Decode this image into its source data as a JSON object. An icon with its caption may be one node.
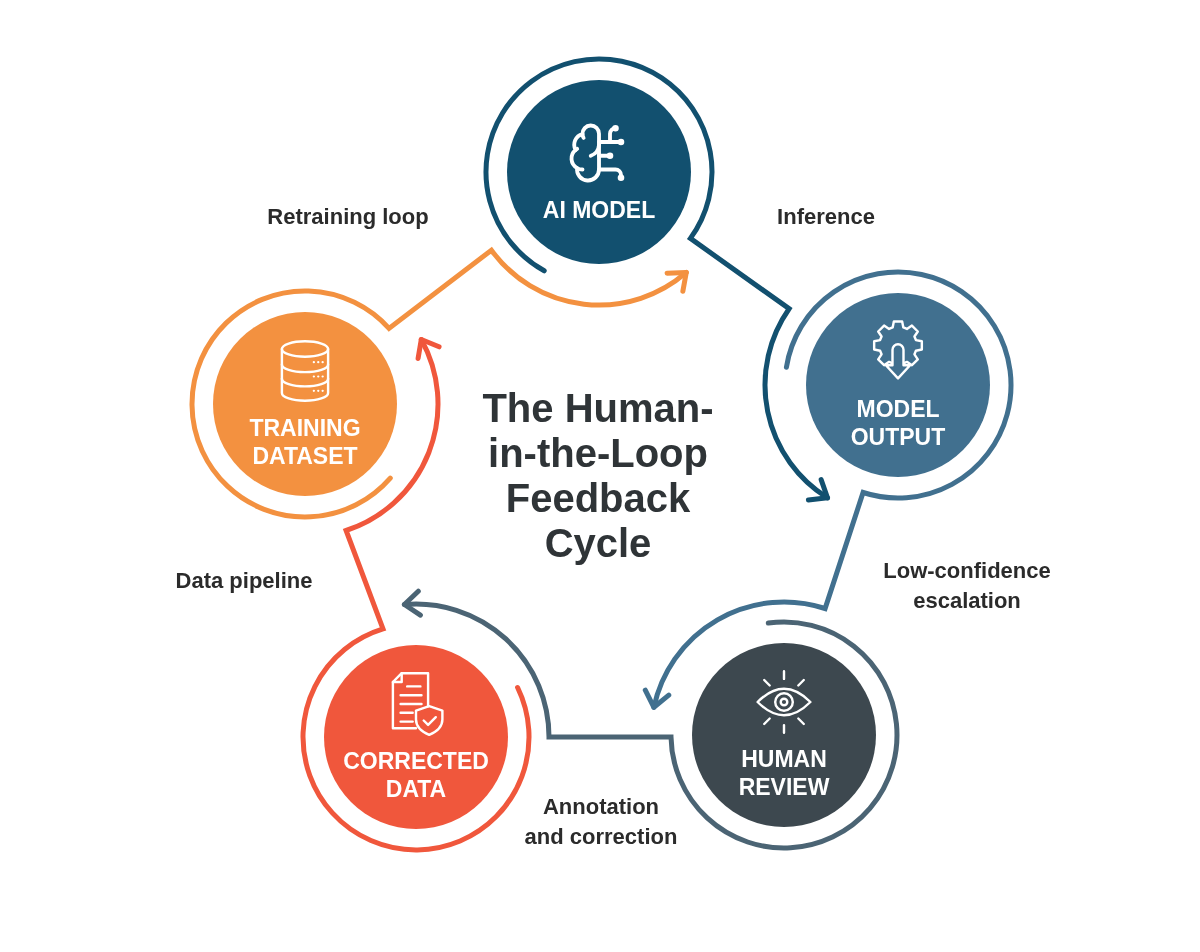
{
  "diagram": {
    "title": "The Human-in-the-Loop Feedback Cycle",
    "nodes": [
      {
        "text": [
          "AI MODEL"
        ]
      },
      {
        "text": [
          "MODEL OUTPUT"
        ]
      },
      {
        "text": [
          "HUMAN REVIEW"
        ]
      },
      {
        "text": [
          "CORRECTED DATA"
        ]
      },
      {
        "text": [
          "TRAINING DATASET"
        ]
      }
    ],
    "edges": [
      {
        "from": 0,
        "to": 1,
        "arrow": "to",
        "label": "Inference",
        "color": "#12506f"
      },
      {
        "from": 1,
        "to": 2,
        "arrow": "to",
        "label": "Low-confidence escalation",
        "color": "#41708f"
      },
      {
        "from": 2,
        "to": 3,
        "arrow": "to",
        "label": "Annotation and correction",
        "color": "#4b6474"
      },
      {
        "from": 3,
        "to": 4,
        "arrow": "to",
        "label": "Data pipeline",
        "color": "#f0573c"
      },
      {
        "from": 4,
        "to": 0,
        "arrow": "to",
        "label": "Retraining loop",
        "color": "#f39140"
      }
    ]
  }
}
